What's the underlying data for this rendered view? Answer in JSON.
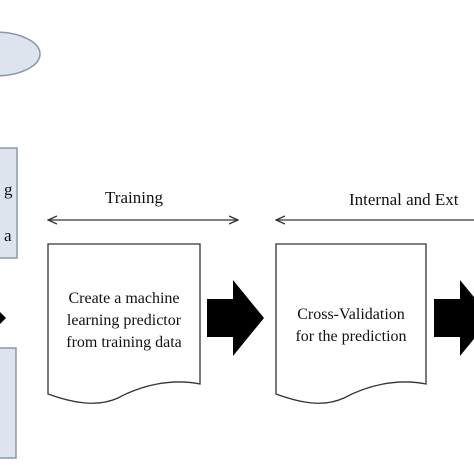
{
  "phases": {
    "training": "Training",
    "validation": "Internal and Ext"
  },
  "boxes": [
    {
      "lines": [
        "Create a machine",
        "learning predictor",
        "from training data"
      ]
    },
    {
      "lines": [
        "Cross-Validation",
        "for the prediction"
      ]
    }
  ],
  "left_fragments": [
    "g",
    "a"
  ],
  "colors": {
    "left_panel_fill": "#dde4ee",
    "left_panel_border": "#8a98ab",
    "stroke": "#333333",
    "arrow": "#000000"
  }
}
